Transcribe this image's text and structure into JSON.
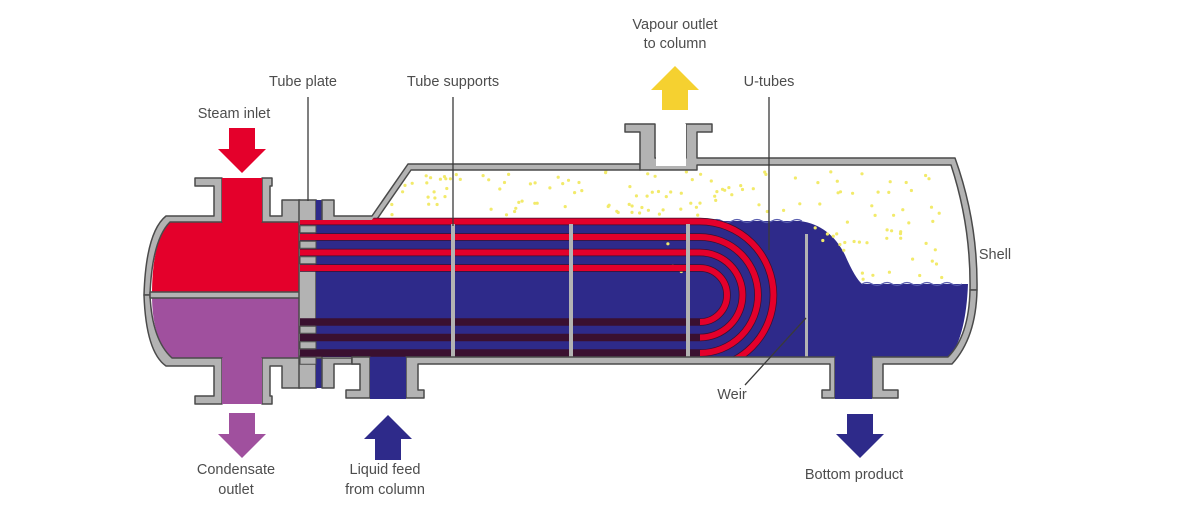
{
  "title": "Kettle reboiler (U-tube heat exchanger) cross-section",
  "labels": {
    "steam_inlet": "Steam inlet",
    "tube_plate": "Tube plate",
    "tube_supports": "Tube supports",
    "vapour_outlet_line1": "Vapour outlet",
    "vapour_outlet_line2": "to column",
    "u_tubes": "U-tubes",
    "shell": "Shell",
    "weir": "Weir",
    "bottom_product": "Bottom product",
    "condensate_outlet_line1": "Condensate",
    "condensate_outlet_line2": "outlet",
    "liquid_feed_line1": "Liquid feed",
    "liquid_feed_line2": "from column"
  },
  "flows": [
    {
      "id": "steam-inlet",
      "direction": "down",
      "fluid": "steam"
    },
    {
      "id": "condensate-outlet",
      "direction": "down",
      "fluid": "condensate"
    },
    {
      "id": "liquid-feed",
      "direction": "up",
      "fluid": "liquid"
    },
    {
      "id": "vapour-outlet",
      "direction": "up",
      "fluid": "vapour"
    },
    {
      "id": "bottom-product",
      "direction": "down",
      "fluid": "liquid"
    }
  ],
  "components": {
    "u_tube_count": 4,
    "tube_support_count": 3
  },
  "colors": {
    "steam": "#e4002b",
    "condensate": "#a0509e",
    "liquid": "#2e2a8a",
    "vapour_arrow": "#f5d130",
    "vapour_bubble": "#f2ea6a",
    "metal": "#b3b3b3",
    "outline": "#4a4a4a",
    "text": "#4d4d4d"
  }
}
